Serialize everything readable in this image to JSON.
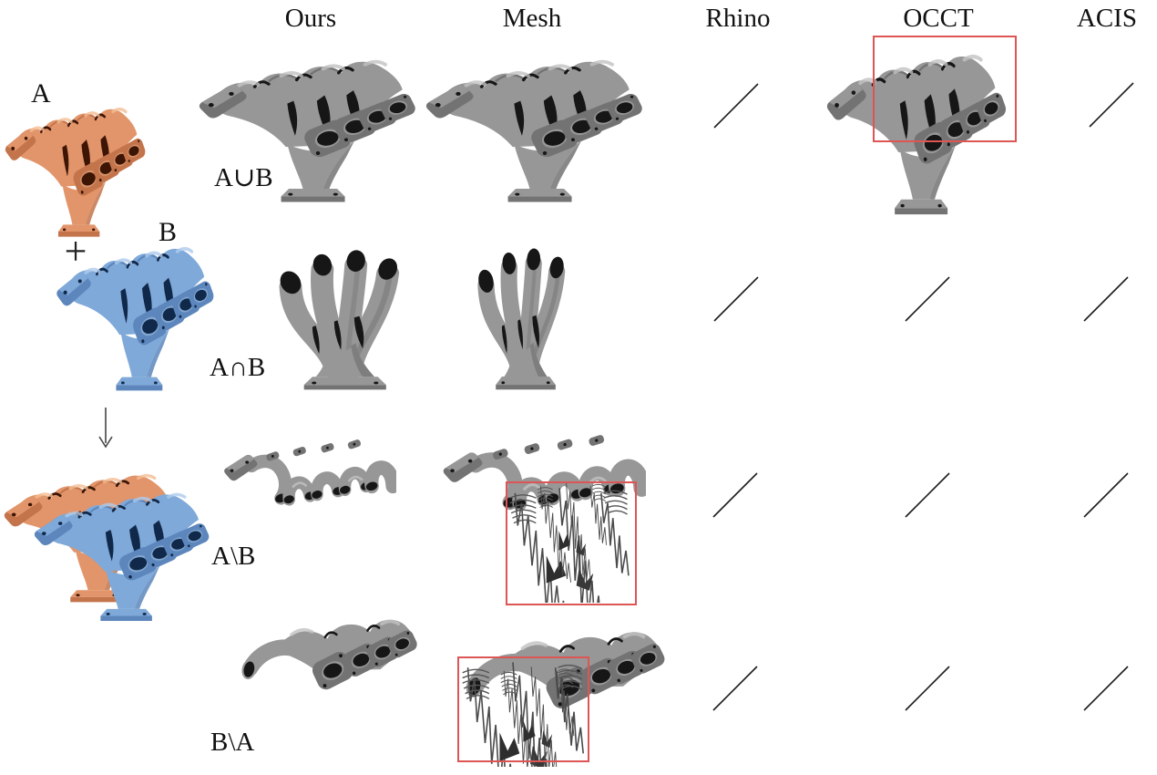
{
  "columns": [
    {
      "label": "Ours"
    },
    {
      "label": "Mesh"
    },
    {
      "label": "Rhino"
    },
    {
      "label": "OCCT"
    },
    {
      "label": "ACIS"
    }
  ],
  "rows": [
    {
      "label": "A∪B",
      "cells": {
        "ours": "model",
        "mesh": "model",
        "rhino": "failed",
        "occt": "model-highlighted",
        "acis": "failed"
      }
    },
    {
      "label": "A∩B",
      "cells": {
        "ours": "model",
        "mesh": "model",
        "rhino": "failed",
        "occt": "failed",
        "acis": "failed"
      }
    },
    {
      "label": "A\\B",
      "cells": {
        "ours": "model",
        "mesh": "model-artifacts-highlighted",
        "rhino": "failed",
        "occt": "failed",
        "acis": "failed"
      }
    },
    {
      "label": "B\\A",
      "cells": {
        "ours": "model",
        "mesh": "model-artifacts-highlighted",
        "rhino": "failed",
        "occt": "failed",
        "acis": "failed"
      }
    }
  ],
  "inputs": {
    "label_a": "A",
    "label_b": "B",
    "plus": "+"
  },
  "colors": {
    "input_a": "#E2956A",
    "input_b": "#7FA9D9",
    "result_gray": "#979797",
    "highlight_box": "#DD5555",
    "failed_marker_color": "#1C1C1C"
  },
  "icons": {
    "failed_marker": "diagonal-slash",
    "combine_arrow": "down-arrow",
    "combine_plus": "plus"
  }
}
